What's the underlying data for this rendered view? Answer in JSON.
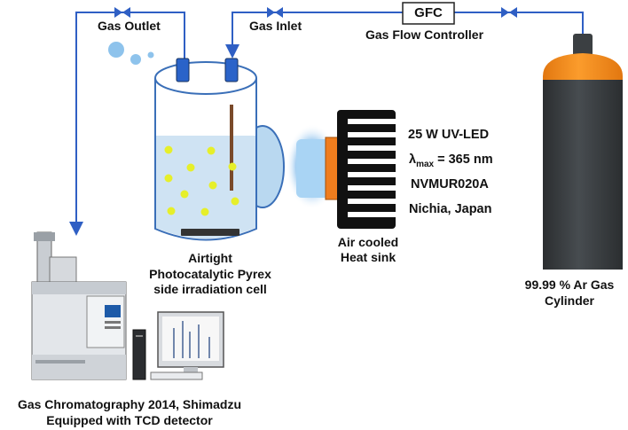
{
  "labels": {
    "gas_outlet": "Gas Outlet",
    "gas_inlet": "Gas Inlet",
    "gfc": "GFC",
    "gas_flow_controller": "Gas Flow Controller",
    "cell_line1": "Airtight",
    "cell_line2": "Photocatalytic Pyrex",
    "cell_line3": "side irradiation cell",
    "heatsink_line1": "Air cooled",
    "heatsink_line2": "Heat sink",
    "led_power": "25 W UV-LED",
    "lambda_symbol": "λ",
    "lambda_sub": "max",
    "lambda_value": " = 365 nm",
    "led_model": "NVMUR020A",
    "led_maker": "Nichia, Japan",
    "cylinder_line1": "99.99 % Ar Gas",
    "cylinder_line2": "Cylinder",
    "gc_line1": "Gas Chromatography 2014, Shimadzu",
    "gc_line2": "Equipped with TCD detector"
  },
  "colors": {
    "tubing": "#2f5fc4",
    "cylinder_body": "#3b3f42",
    "cylinder_cap": "#f28c18",
    "cell_liquid": "#cfe3f3",
    "photocatalyst_particles": "#e6ef2a",
    "led_glow": "#a9d4f4",
    "led_chip": "#ef7d1e",
    "heat_sink": "#111111"
  },
  "icons": [
    "valve-icon",
    "bubbles-icon",
    "gas-cylinder-icon",
    "heat-sink-icon",
    "uv-led-icon",
    "gas-chromatograph-icon",
    "computer-monitor-icon"
  ]
}
